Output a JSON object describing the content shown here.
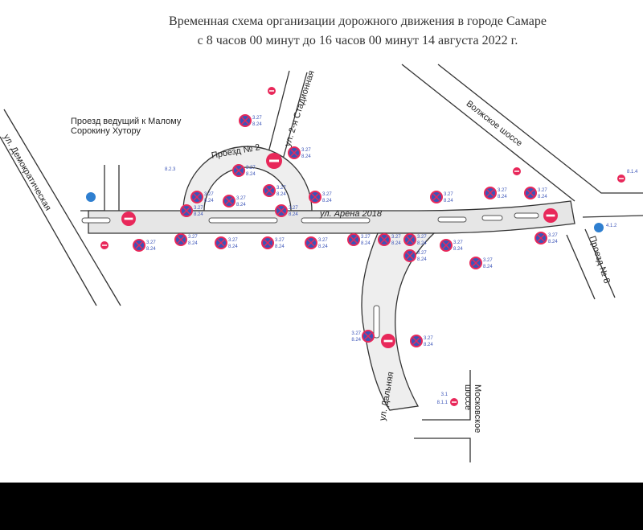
{
  "title": {
    "line1": "Временная схема организации дорожного движения в городе Самаре",
    "line2": "с 8 часов 00 минут до 16 часов 00 минут 14 августа 2022 г."
  },
  "streets": {
    "demokraticheskaya": "ул. Демократическая",
    "proezd_hutor": "Проезд ведущий к Малому Сорокину Хутору",
    "stadionnaya": "ул. 2-я Стадионная",
    "proezd2": "Проезд № 2",
    "arena": "ул. Арена 2018",
    "volzhskoe": "Волжское шоссе",
    "proezd8": "Проезд № 8",
    "dalnyaya": "ул. Дальняя",
    "moskovskoe": "Московское шоссе"
  },
  "sign_codes": {
    "no_stopping": "3.27",
    "tow_truck": "8.24",
    "direction": "8.2.3",
    "no_entry": "3.1",
    "distance": "8.1.1",
    "turn_right": "4.1.2",
    "plate": "8.1.4"
  },
  "colors": {
    "no_entry": "#e8285a",
    "no_stopping_fill": "#3b54b8",
    "road": "#e6e6e6",
    "mandatory": "#2f7fd0"
  }
}
